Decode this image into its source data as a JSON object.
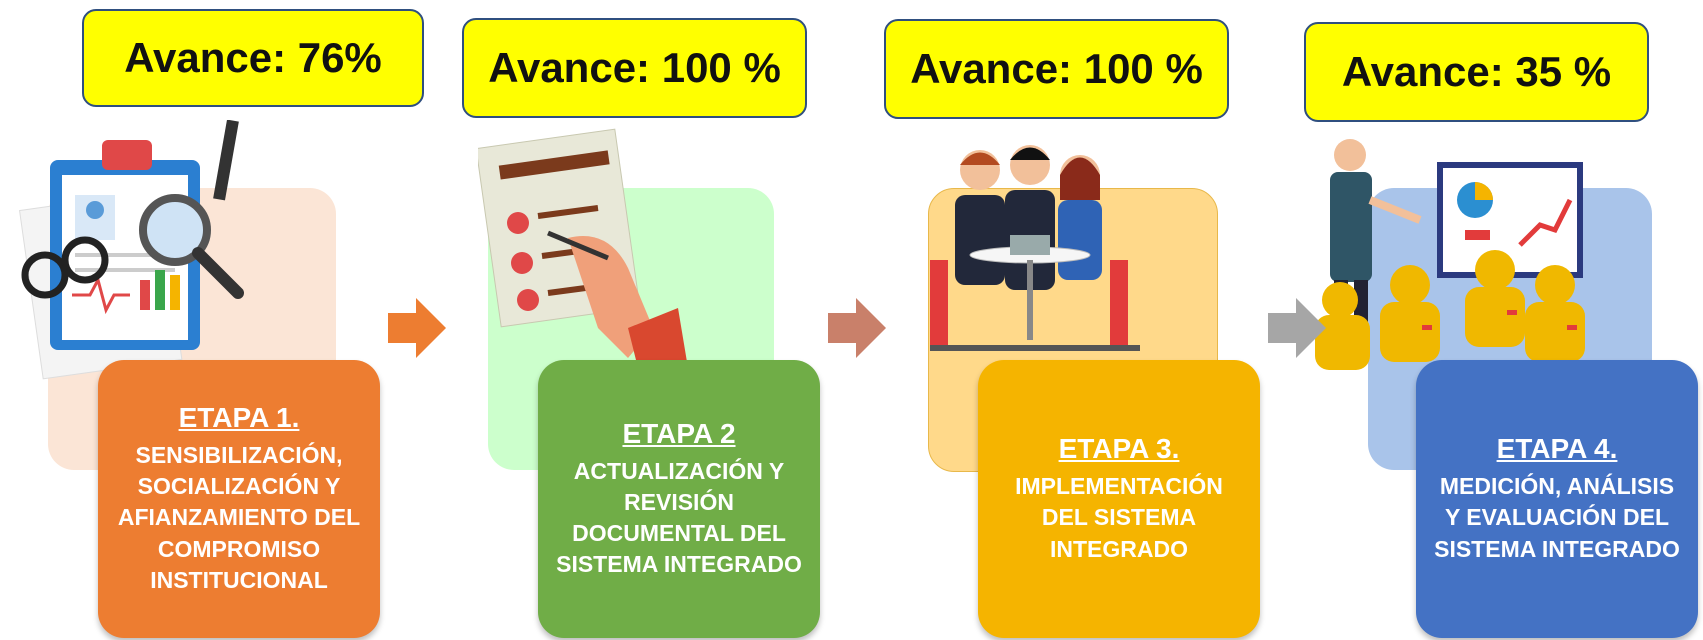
{
  "stages": [
    {
      "progress_label": "Avance: 76%",
      "stage_title": "ETAPA 1.",
      "description": "SENSIBILIZACIÓN, SOCIALIZACIÓN Y AFIANZAMIENTO DEL COMPROMISO INSTITUCIONAL",
      "card_color": "#ed7d31",
      "panel_color": "#fbe5d6"
    },
    {
      "progress_label": "Avance: 100 %",
      "stage_title": "ETAPA 2",
      "description": "ACTUALIZACIÓN Y REVISIÓN DOCUMENTAL DEL SISTEMA INTEGRADO",
      "card_color": "#70ad47",
      "panel_color": "#ccffcc"
    },
    {
      "progress_label": "Avance: 100 %",
      "stage_title": "ETAPA 3.",
      "description": "IMPLEMENTACIÓN DEL SISTEMA INTEGRADO",
      "card_color": "#f5b400",
      "panel_color": "#ffd98a"
    },
    {
      "progress_label": "Avance: 35 %",
      "stage_title": "ETAPA 4.",
      "description": "MEDICIÓN, ANÁLISIS Y EVALUACIÓN DEL SISTEMA INTEGRADO",
      "card_color": "#4472c4",
      "panel_color": "#a9c4ea"
    }
  ],
  "arrows": [
    {
      "color": "#ed7d31",
      "icon": "arrow-right-icon"
    },
    {
      "color": "#c9806a",
      "icon": "arrow-right-icon"
    },
    {
      "color": "#a6a6a6",
      "icon": "arrow-right-icon"
    }
  ],
  "icons": [
    "clipboard-magnifier-icon",
    "checklist-icon",
    "team-meeting-icon",
    "presentation-audience-icon"
  ]
}
